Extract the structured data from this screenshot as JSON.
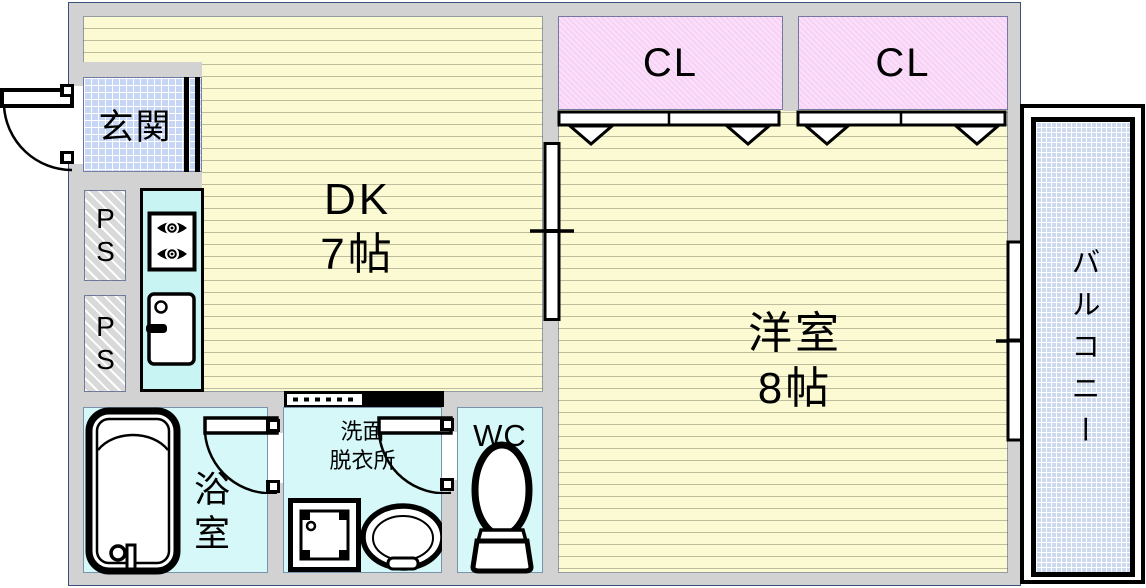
{
  "title": "1DK apartment floor plan",
  "colors": {
    "wall": "#d2d2d2",
    "outline": "#3e4e7b",
    "room_yellow": "#fbfad3",
    "stripe": "#bdbd9e",
    "wet_cyan": "#d6f8f8",
    "closet_pink": "#f8d1f6",
    "entry_blue": "#c7d6f4",
    "balcony_blue": "#ccd9ee"
  },
  "rooms": {
    "entry": {
      "label": "玄関"
    },
    "dk": {
      "name": "DK",
      "size": "7帖"
    },
    "closet_left": {
      "label": "CL"
    },
    "closet_right": {
      "label": "CL"
    },
    "western": {
      "name": "洋室",
      "size": "8帖"
    },
    "balcony": {
      "label": "バルコニー"
    },
    "pipe_space_upper": {
      "label": "PS"
    },
    "pipe_space_lower": {
      "label": "PS"
    },
    "bath": {
      "label": "浴室"
    },
    "washroom": {
      "line1": "洗面",
      "line2": "脱衣所"
    },
    "wc": {
      "label": "WC"
    }
  },
  "fixtures": [
    "entry-door-swing-icon",
    "bathtub-icon",
    "bath-door-swing-icon",
    "wc-door-swing-icon",
    "toilet-icon",
    "washing-machine-icon",
    "lavatory-sink-icon",
    "stove-icon",
    "kitchen-sink-icon",
    "sliding-door-icon",
    "closet-folding-door-icon",
    "balcony-window-icon"
  ]
}
